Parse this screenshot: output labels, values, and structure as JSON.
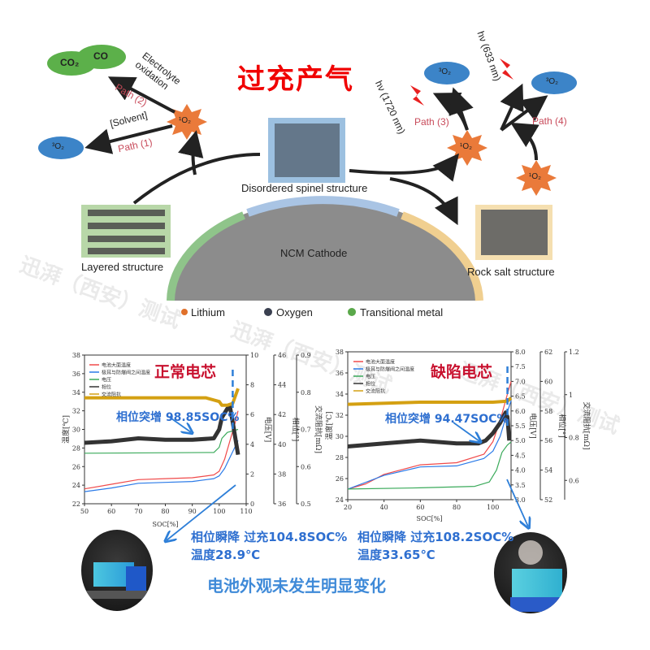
{
  "title": "过充产气",
  "diagram": {
    "co2": "CO₂",
    "co": "CO",
    "electrolyte_oxidation": "Electrolyte oxidation",
    "path2": "Path (2)",
    "solvent": "[Solvent]",
    "path1": "Path (1)",
    "singlet_o2": "¹O₂",
    "triplet_o2": "³O₂",
    "path3": "Path (3)",
    "path4": "Path (4)",
    "hv1720": "hν (1720 nm)",
    "hv633": "hν (633 nm)",
    "layered": "Layered structure",
    "disordered": "Disordered spinel structure",
    "rocksalt": "Rock salt structure",
    "cathode": "NCM Cathode",
    "legend": [
      {
        "label": "Lithium",
        "color": "#e0702a"
      },
      {
        "label": "Oxygen",
        "color": "#3a4050"
      },
      {
        "label": "Transitional metal",
        "color": "#5aa84a"
      }
    ]
  },
  "watermark": "迅湃（西安）测试",
  "annotations": {
    "left_phase_jump": "相位突增 98.85SOC%",
    "right_phase_jump": "相位突增 94.47SOC%",
    "left_drop_line1": "相位瞬降 过充104.8SOC%",
    "left_drop_line2": "温度28.9℃",
    "right_drop_line1": "相位瞬降 过充108.2SOC%",
    "right_drop_line2": "温度33.65℃",
    "conclusion": "电池外观未发生明显变化"
  },
  "chart_data": [
    {
      "type": "line",
      "title": "正常电芯",
      "xlabel": "SOC[%]",
      "xlim": [
        50,
        110
      ],
      "xticks": [
        50,
        60,
        70,
        80,
        90,
        100,
        110
      ],
      "axes": {
        "temp": {
          "label": "温度[℃]",
          "lim": [
            22,
            38
          ],
          "ticks": [
            22,
            24,
            26,
            28,
            30,
            32,
            34,
            36,
            38
          ]
        },
        "volt": {
          "label": "电压[V]",
          "lim": [
            0,
            10
          ],
          "ticks": [
            0,
            2,
            4,
            6,
            8,
            10
          ]
        },
        "phase": {
          "label": "相位[°]",
          "lim": [
            36,
            46
          ],
          "ticks": [
            36,
            38,
            40,
            42,
            44,
            46
          ]
        },
        "imp": {
          "label": "交流阻抗[mΩ]",
          "lim": [
            0.5,
            0.9
          ],
          "ticks": [
            0.5,
            0.6,
            0.7,
            0.8,
            0.9
          ]
        }
      },
      "marker_soc": 105,
      "series": [
        {
          "name": "电池大面温度",
          "axis": "temp",
          "color": "#f04a4a",
          "points": [
            [
              50,
              23.6
            ],
            [
              60,
              24.1
            ],
            [
              70,
              24.6
            ],
            [
              80,
              24.7
            ],
            [
              90,
              24.8
            ],
            [
              98,
              25.1
            ],
            [
              100,
              25.5
            ],
            [
              102,
              26.8
            ],
            [
              104,
              28.8
            ],
            [
              106,
              30.8
            ],
            [
              107,
              32
            ]
          ]
        },
        {
          "name": "极耳与防爆阀之间温度",
          "axis": "temp",
          "color": "#2a7ae8",
          "points": [
            [
              50,
              23.3
            ],
            [
              60,
              23.7
            ],
            [
              70,
              24.2
            ],
            [
              80,
              24.3
            ],
            [
              90,
              24.4
            ],
            [
              98,
              24.7
            ],
            [
              100,
              25
            ],
            [
              102,
              25.8
            ],
            [
              104,
              27
            ],
            [
              106,
              28.2
            ],
            [
              107,
              28.8
            ]
          ]
        },
        {
          "name": "电压",
          "axis": "volt",
          "color": "#3aaa5a",
          "points": [
            [
              50,
              3.4
            ],
            [
              98,
              3.45
            ],
            [
              100,
              3.8
            ],
            [
              101,
              4.4
            ],
            [
              103,
              4.8
            ],
            [
              107,
              5.0
            ]
          ]
        },
        {
          "name": "相位",
          "axis": "phase",
          "color": "#333333",
          "points": [
            [
              50,
              40.1
            ],
            [
              60,
              40.2
            ],
            [
              70,
              40.4
            ],
            [
              80,
              40.3
            ],
            [
              90,
              40.3
            ],
            [
              98,
              40.4
            ],
            [
              100,
              41
            ],
            [
              101,
              41.8
            ],
            [
              103,
              42.4
            ],
            [
              104,
              42.5
            ],
            [
              105,
              41.5
            ],
            [
              107,
              39.3
            ]
          ]
        },
        {
          "name": "交流阻抗",
          "axis": "imp",
          "color": "#d4a012",
          "points": [
            [
              50,
              0.785
            ],
            [
              95,
              0.785
            ],
            [
              100,
              0.775
            ],
            [
              101,
              0.765
            ],
            [
              103,
              0.765
            ],
            [
              105,
              0.77
            ],
            [
              107,
              0.81
            ]
          ]
        }
      ]
    },
    {
      "type": "line",
      "title": "缺陷电芯",
      "xlabel": "SOC[%]",
      "xlim": [
        20,
        110
      ],
      "xticks": [
        20,
        40,
        60,
        80,
        100
      ],
      "axes": {
        "temp": {
          "label": "温度[℃]",
          "lim": [
            24,
            38
          ],
          "ticks": [
            24,
            26,
            28,
            30,
            32,
            34,
            36,
            38
          ]
        },
        "volt": {
          "label": "电压[V]",
          "lim": [
            3.0,
            8.0
          ],
          "ticks": [
            3.0,
            3.5,
            4.0,
            4.5,
            5.0,
            5.5,
            6.0,
            6.5,
            7.0,
            7.5,
            8.0
          ]
        },
        "phase": {
          "label": "相位[°]",
          "lim": [
            52,
            62
          ],
          "ticks": [
            52,
            54,
            56,
            58,
            60,
            62
          ]
        },
        "imp": {
          "label": "交流阻抗[mΩ]",
          "lim": [
            0.51,
            1.2
          ],
          "ticks": [
            0.6,
            0.8,
            1.0,
            1.2
          ]
        }
      },
      "marker_soc": 108,
      "series": [
        {
          "name": "电池大面温度",
          "axis": "temp",
          "color": "#f04a4a",
          "points": [
            [
              20,
              25
            ],
            [
              30,
              25.5
            ],
            [
              40,
              26.4
            ],
            [
              60,
              27.3
            ],
            [
              80,
              27.5
            ],
            [
              95,
              28.3
            ],
            [
              100,
              29.5
            ],
            [
              104,
              31.5
            ],
            [
              108,
              34
            ],
            [
              110,
              35.2
            ]
          ]
        },
        {
          "name": "极耳与防爆阀之间温度",
          "axis": "temp",
          "color": "#2a7ae8",
          "points": [
            [
              20,
              25
            ],
            [
              40,
              26.3
            ],
            [
              60,
              27.1
            ],
            [
              80,
              27.2
            ],
            [
              95,
              27.9
            ],
            [
              100,
              28.6
            ],
            [
              104,
              30
            ],
            [
              108,
              32.3
            ],
            [
              110,
              33.4
            ]
          ]
        },
        {
          "name": "电压",
          "axis": "volt",
          "color": "#3aaa5a",
          "points": [
            [
              20,
              3.36
            ],
            [
              60,
              3.4
            ],
            [
              90,
              3.45
            ],
            [
              98,
              3.6
            ],
            [
              102,
              4.0
            ],
            [
              105,
              4.6
            ],
            [
              108,
              4.85
            ],
            [
              110,
              4.95
            ]
          ]
        },
        {
          "name": "相位",
          "axis": "phase",
          "color": "#333333",
          "points": [
            [
              20,
              55.6
            ],
            [
              40,
              55.8
            ],
            [
              60,
              56.0
            ],
            [
              80,
              55.8
            ],
            [
              92,
              55.8
            ],
            [
              96,
              56
            ],
            [
              100,
              56.5
            ],
            [
              104,
              57.2
            ],
            [
              107,
              57.9
            ],
            [
              108,
              57.6
            ],
            [
              109,
              56.0
            ]
          ]
        },
        {
          "name": "交流阻抗",
          "axis": "imp",
          "color": "#d4a012",
          "points": [
            [
              20,
              0.955
            ],
            [
              60,
              0.965
            ],
            [
              100,
              0.965
            ],
            [
              108,
              0.97
            ],
            [
              110,
              0.985
            ]
          ]
        }
      ]
    }
  ]
}
